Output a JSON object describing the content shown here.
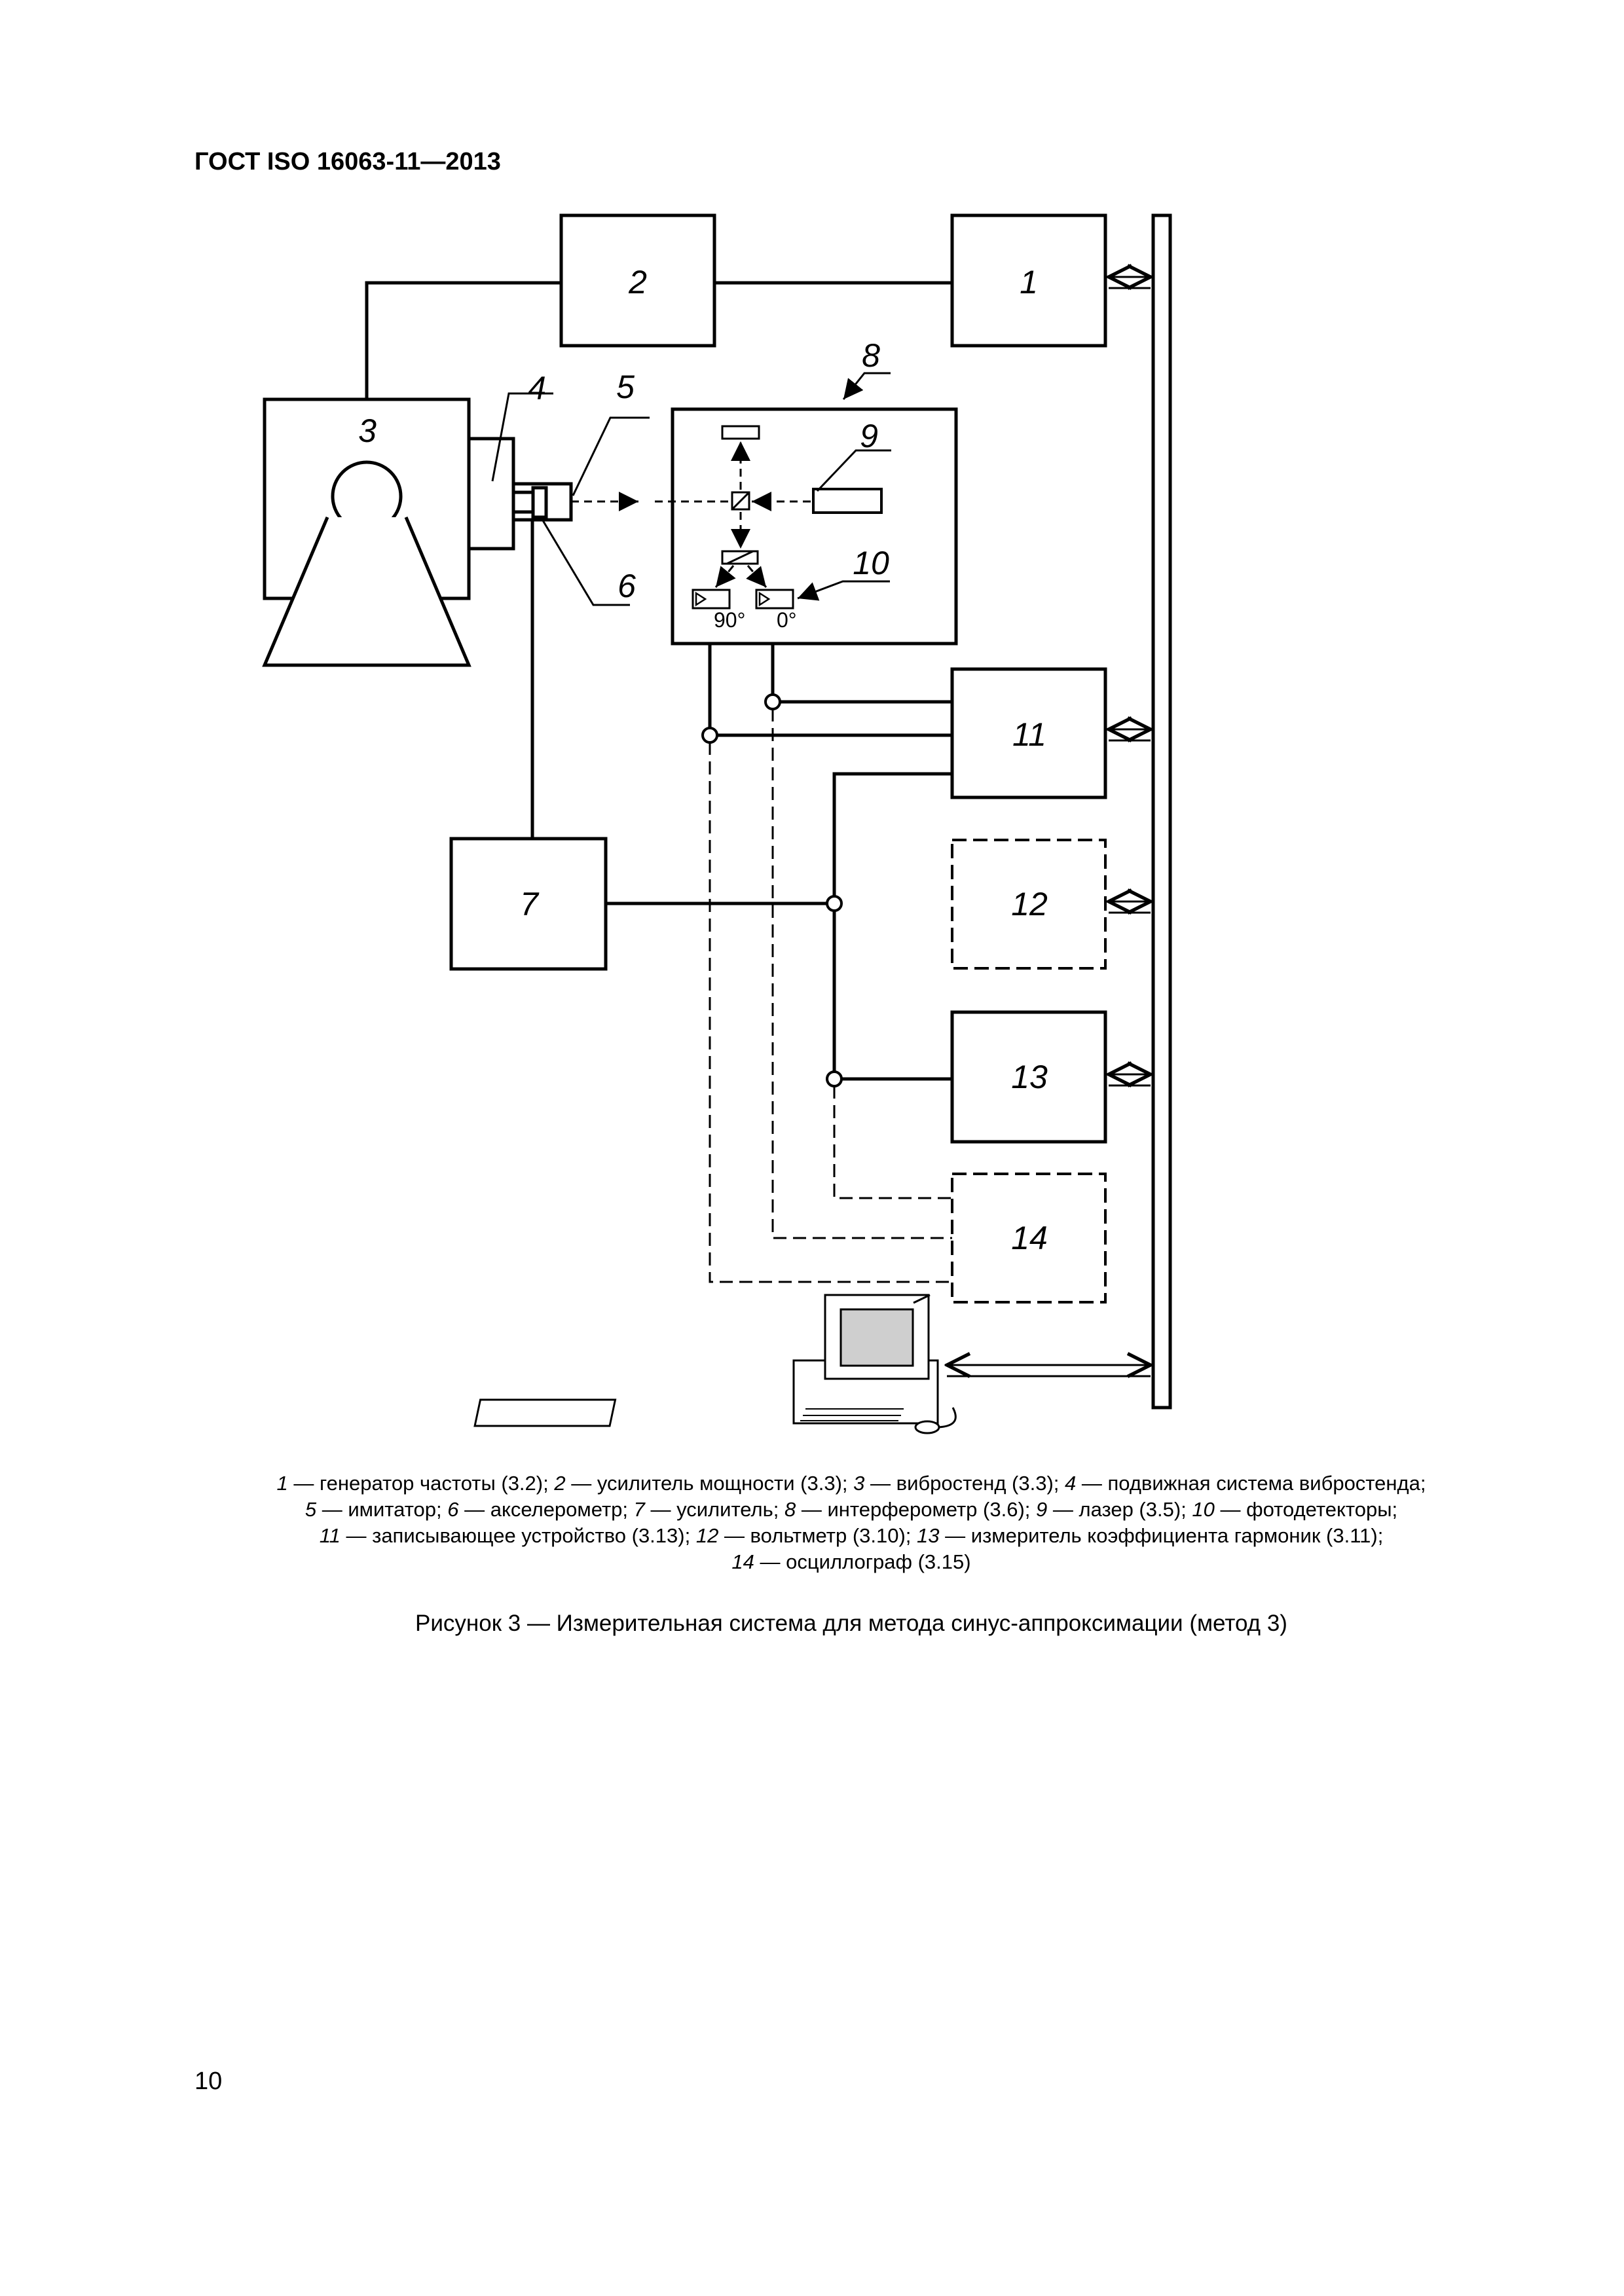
{
  "header": {
    "title": "ГОСТ ISO 16063-11—2013"
  },
  "diagram": {
    "labels": {
      "b1": "1",
      "b2": "2",
      "b3": "3",
      "b4": "4",
      "b5": "5",
      "b6": "6",
      "b7": "7",
      "b8": "8",
      "b9": "9",
      "b10": "10",
      "b11": "11",
      "b12": "12",
      "b13": "13",
      "b14": "14",
      "deg90": "90°",
      "deg0": "0°"
    }
  },
  "legend": {
    "lines": [
      [
        {
          "n": "1",
          "t": " — генератор частоты (3.2); "
        },
        {
          "n": "2",
          "t": " — усилитель мощности (3.3); "
        },
        {
          "n": "3",
          "t": " — вибростенд (3.3); "
        },
        {
          "n": "4",
          "t": " — подвижная система вибростенда;"
        }
      ],
      [
        {
          "n": "5",
          "t": " — имитатор; "
        },
        {
          "n": "6",
          "t": " — акселерометр; "
        },
        {
          "n": "7",
          "t": " — усилитель; "
        },
        {
          "n": "8",
          "t": " — интерферометр (3.6); "
        },
        {
          "n": "9",
          "t": " — лазер (3.5); "
        },
        {
          "n": "10",
          "t": " — фотодетекторы;"
        }
      ],
      [
        {
          "n": "11",
          "t": " — записывающее устройство (3.13); "
        },
        {
          "n": "12",
          "t": " — вольтметр (3.10); "
        },
        {
          "n": "13",
          "t": " — измеритель коэффициента гармоник (3.11);"
        }
      ],
      [
        {
          "n": "14",
          "t": " — осциллограф (3.15)"
        }
      ]
    ]
  },
  "caption": "Рисунок 3 — Измерительная система для метода синус-аппроксимации (метод 3)",
  "page_number": "10"
}
